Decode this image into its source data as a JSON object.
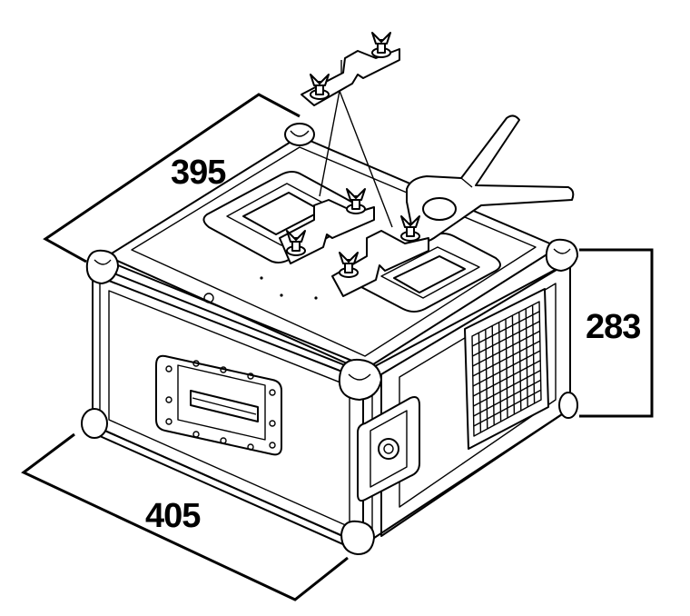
{
  "dimensions": {
    "depth": "395",
    "width": "405",
    "height": "283"
  }
}
